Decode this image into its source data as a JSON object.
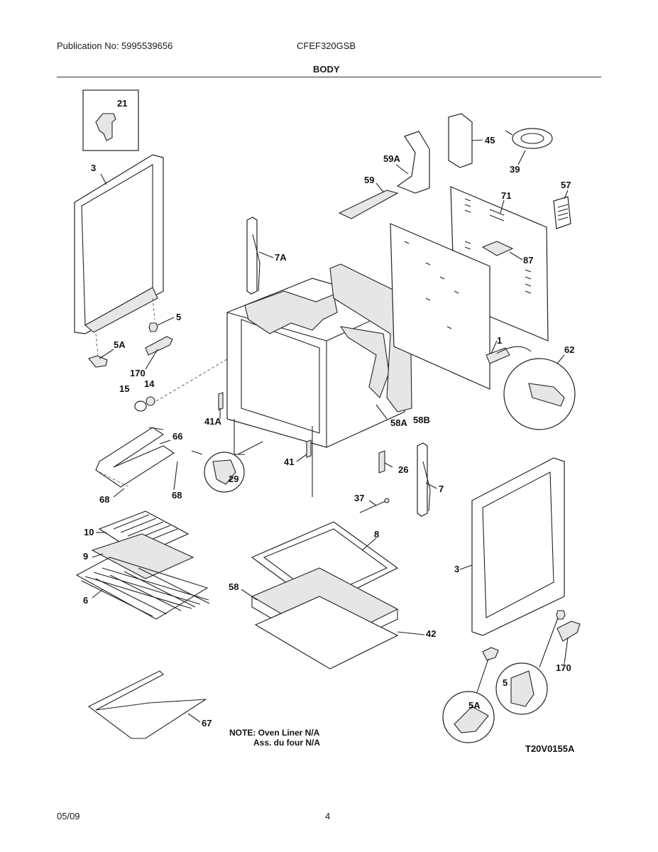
{
  "header": {
    "publication": "Publication No: 5995539656",
    "model": "CFEF320GSB",
    "section_title": "BODY"
  },
  "diagram": {
    "callouts": {
      "c21": "21",
      "c3a": "3",
      "c45": "45",
      "c39": "39",
      "c59a": "59A",
      "c59": "59",
      "c57": "57",
      "c71": "71",
      "c87": "87",
      "c7a": "7A",
      "c5a": "5",
      "c5aa": "5A",
      "c170a": "170",
      "c15": "15",
      "c14": "14",
      "c1": "1",
      "c62": "62",
      "c41a": "41A",
      "c58a": "58A",
      "c58b": "58B",
      "c66": "66",
      "c29": "29",
      "c41": "41",
      "c26": "26",
      "c7": "7",
      "c68a": "68",
      "c68b": "68",
      "c37": "37",
      "c10": "10",
      "c9": "9",
      "c8": "8",
      "c6": "6",
      "c58": "58",
      "c3b": "3",
      "c42": "42",
      "c170b": "170",
      "c5b": "5",
      "c5ab": "5A",
      "c67": "67"
    },
    "note_line1": "NOTE: Oven Liner N/A",
    "note_line2": "Ass. du four N/A",
    "drawing_code": "T20V0155A"
  },
  "footer": {
    "date": "05/09",
    "page": "4"
  }
}
